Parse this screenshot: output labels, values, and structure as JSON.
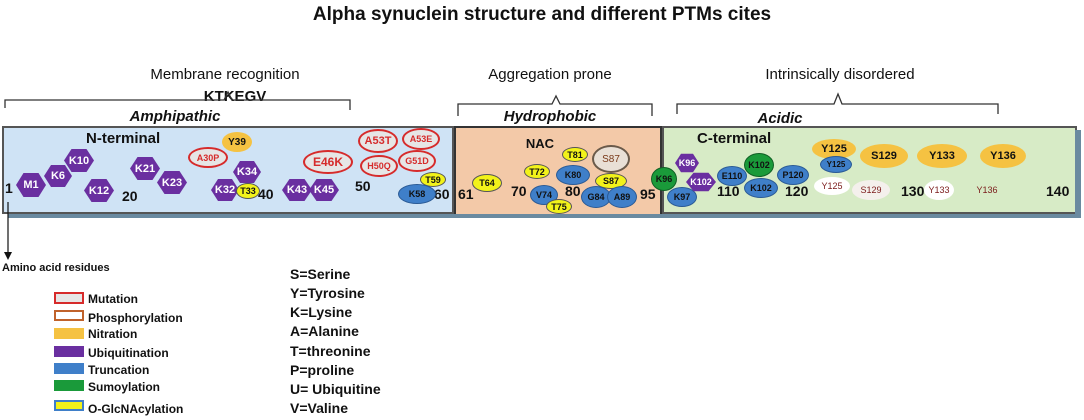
{
  "title": "Alpha synuclein structure and different PTMs cites",
  "regions": {
    "membrane": "Membrane recognition",
    "motif": "KTKEGV",
    "aggregation": "Aggregation prone",
    "disordered": "Intrinsically disordered",
    "amphipathic": "Amphipathic",
    "hydrophobic": "Hydrophobic",
    "acidic": "Acidic"
  },
  "domains": {
    "n_terminal": "N-terminal",
    "nac": "NAC",
    "c_terminal": "C-terminal"
  },
  "numbers": [
    "1",
    "20",
    "40",
    "50",
    "60",
    "61",
    "70",
    "80",
    "95",
    "110",
    "120",
    "130",
    "140"
  ],
  "residues_label": "Amino acid residues",
  "colors": {
    "mutation": "#d62b2b",
    "phosphorylation": "#c0622b",
    "nitration": "#f5c242",
    "ubiquitination": "#6a2fa0",
    "truncation": "#3f7fc9",
    "sumoylation": "#1a9a3a",
    "glcnac": "#f2f21a"
  },
  "sites": {
    "M1": "M1",
    "K6": "K6",
    "K10": "K10",
    "K12": "K12",
    "K21": "K21",
    "K23": "K23",
    "K32": "K32",
    "K34": "K34",
    "K43": "K43",
    "K45": "K45",
    "Y39": "Y39",
    "A30P": "A30P",
    "T33": "T33",
    "E46K": "E46K",
    "A53T": "A53T",
    "A53E": "A53E",
    "H50Q": "H50Q",
    "G51D": "G51D",
    "T59": "T59",
    "K58": "K58",
    "T64": "T64",
    "T72": "T72",
    "V74": "V74",
    "T75": "T75",
    "T81": "T81",
    "S87a": "S87",
    "S87b": "S87",
    "K80": "K80",
    "G84": "G84",
    "A89": "A89",
    "K96a": "K96",
    "K96b": "K96",
    "K97": "K97",
    "K102a": "K102",
    "K102b": "K102",
    "K102c": "K102",
    "E110": "E110",
    "P120": "P120",
    "Y125a": "Y125",
    "Y125b": "Y125",
    "Y125c": "Y125",
    "S129a": "S129",
    "S129b": "S129",
    "Y133a": "Y133",
    "Y133b": "Y133",
    "Y136a": "Y136",
    "Y136b": "Y136"
  },
  "legend": [
    {
      "label": "Mutation"
    },
    {
      "label": "Phosphorylation"
    },
    {
      "label": "Nitration"
    },
    {
      "label": "Ubiquitination"
    },
    {
      "label": "Truncation"
    },
    {
      "label": "Sumoylation"
    },
    {
      "label": "O-GlcNAcylation"
    }
  ],
  "abbreviations": [
    "S=Serine",
    "Y=Tyrosine",
    "K=Lysine",
    "A=Alanine",
    "T=threonine",
    "P=proline",
    "U= Ubiquitine",
    "V=Valine"
  ]
}
